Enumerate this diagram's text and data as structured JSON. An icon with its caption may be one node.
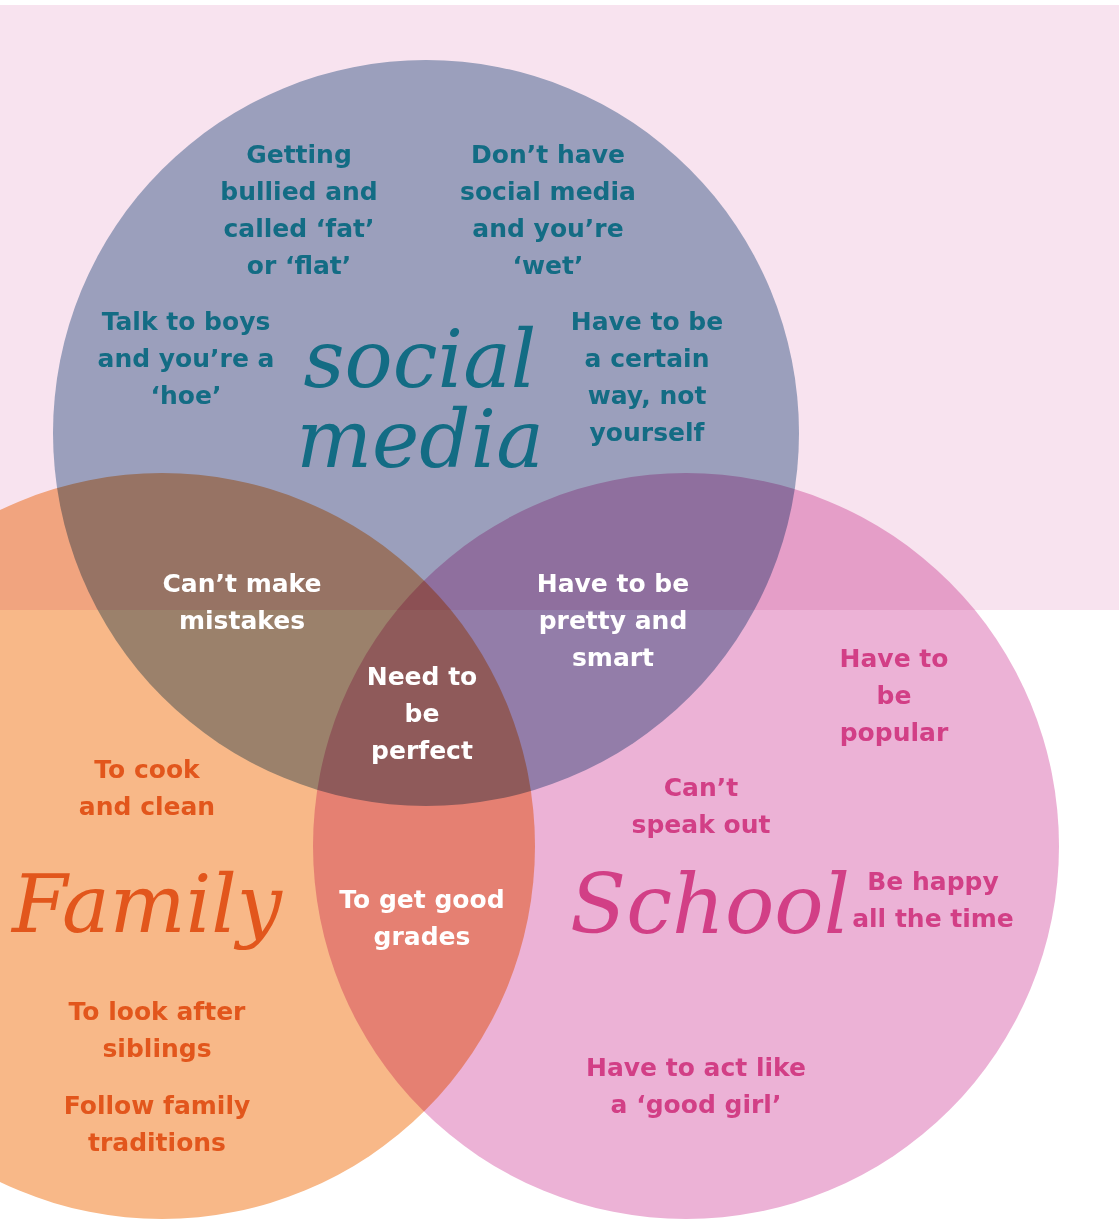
{
  "diagram": {
    "nodes": [
      {
        "text": [
          "Getting bullied and called ‘fat’ or ‘flat’",
          "Don’t have social media and you’re ‘wet’",
          "Talk to boys and you’re a ‘hoe’",
          "social media",
          "Have to be a certain way, not yourself"
        ]
      },
      {
        "text": [
          "To cook and clean",
          "Family",
          "To look after siblings",
          "Follow family traditions"
        ]
      },
      {
        "text": [
          "Have to be popular",
          "Can’t speak out",
          "School",
          "Be happy all the time",
          "Have to act like a ‘good girl’"
        ]
      }
    ],
    "labels": [
      "Can’t make mistakes",
      "Have to be pretty and smart",
      "Need to be perfect",
      "To get good grades"
    ]
  }
}
